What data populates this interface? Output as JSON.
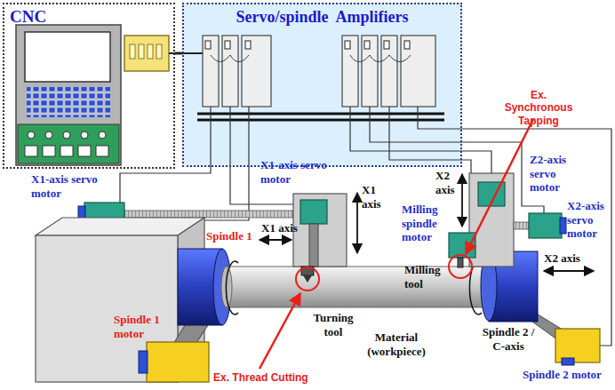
{
  "diagram": {
    "nodes": [
      {
        "text": [
          "CNC"
        ]
      },
      {
        "text": [
          "Servo/spindle  Amplifiers"
        ]
      }
    ],
    "edges": [
      {
        "from": 0,
        "to": 1,
        "arrow": "none"
      }
    ],
    "labels": [
      "Ex. Synchronous Tapping",
      "X1-axis servo motor",
      "X1 axis",
      "X2 axis",
      "Z2-axis servo motor",
      "X2-axis servo motor",
      "X1-axis servo motor",
      "Milling spindle motor",
      "X1 axis",
      "Spindle 1",
      "Milling tool",
      "X2 axis",
      "Turning tool",
      "Spindle 2 / C-axis",
      "Material (workpiece)",
      "Spindle 1 motor",
      "Spindle 2 motor",
      "Ex. Thread Cutting"
    ]
  }
}
